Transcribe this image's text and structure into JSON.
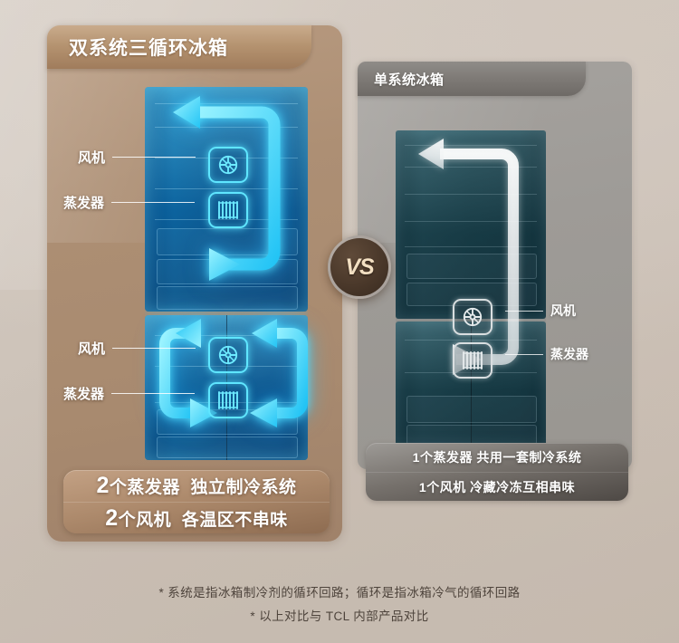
{
  "theme": {
    "bg": "#cdc3b9",
    "left_panel": "#ad8f74",
    "right_panel": "#9e9b97",
    "accent_cyan": "#5fe6ff",
    "accent_gray": "#d9dee0",
    "vs_badge_bg": "#4a382a",
    "vs_badge_text": "#f2dfc2"
  },
  "left": {
    "header": "双系统三循环冰箱",
    "callouts": [
      {
        "label": "风机"
      },
      {
        "label": "蒸发器"
      },
      {
        "label": "风机"
      },
      {
        "label": "蒸发器"
      }
    ],
    "features": [
      {
        "count": "2",
        "unit": "个蒸发器",
        "desc": "独立制冷系统"
      },
      {
        "count": "2",
        "unit": "个风机",
        "desc": "各温区不串味"
      }
    ]
  },
  "right": {
    "header": "单系统冰箱",
    "callouts": [
      {
        "label": "风机"
      },
      {
        "label": "蒸发器"
      }
    ],
    "features": [
      {
        "text": "1个蒸发器 共用一套制冷系统"
      },
      {
        "text": "1个风机 冷藏冷冻互相串味"
      }
    ]
  },
  "center": {
    "vs_label": "VS"
  },
  "footnotes": [
    "* 系统是指冰箱制冷剂的循环回路；循环是指冰箱冷气的循环回路",
    "* 以上对比与 TCL 内部产品对比"
  ]
}
